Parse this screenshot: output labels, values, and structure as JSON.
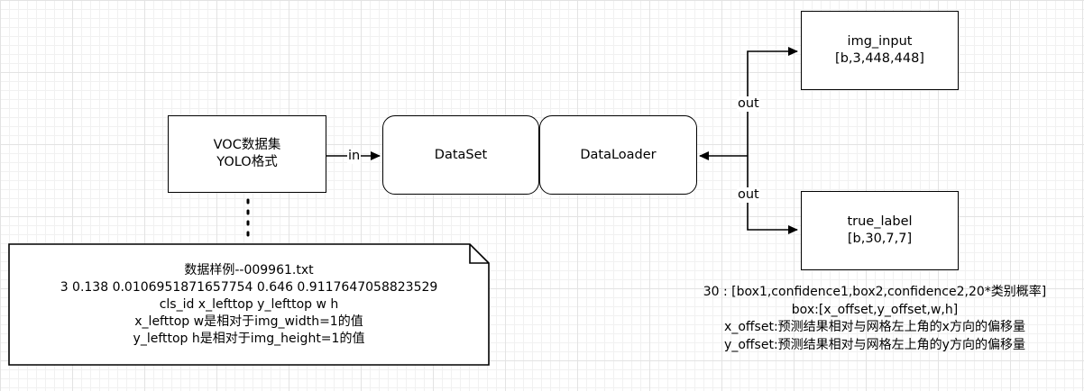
{
  "voc_box": {
    "line1": "VOC数据集",
    "line2": "YOLO格式"
  },
  "in_label": "in",
  "dataset_label": "DataSet",
  "dataloader_label": "DataLoader",
  "out_top_label": "out",
  "out_bottom_label": "out",
  "img_input": {
    "line1": "img_input",
    "line2": "[b,3,448,448]"
  },
  "true_label": {
    "line1": "true_label",
    "line2": "[b,30,7,7]"
  },
  "note_lines": [
    "数据样例--009961.txt",
    "3 0.138 0.0106951871657754 0.646 0.9117647058823529",
    "cls_id x_lefttop y_lefttop w h",
    "x_lefttop w是相对于img_width=1的值",
    "y_lefttop h是相对于img_height=1的值"
  ],
  "output_lines": [
    "30 : [box1,confidence1,box2,confidence2,20*类别概率]",
    "box:[x_offset,y_offset,w,h]",
    "x_offset:预测结果相对与网格左上角的x方向的偏移量",
    "y_offset:预测结果相对与网格左上角的y方向的偏移量"
  ]
}
